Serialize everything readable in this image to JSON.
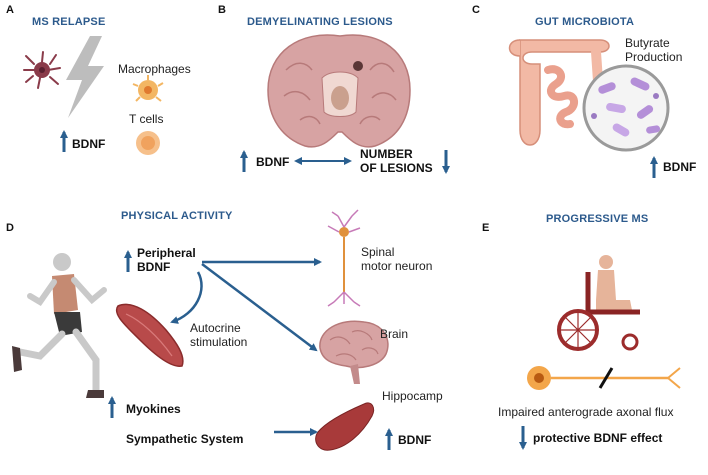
{
  "panels": {
    "a": {
      "letter": "A",
      "title": "MS RELAPSE",
      "macrophages": "Macrophages",
      "tcells": "T cells",
      "bdnf": "BDNF"
    },
    "b": {
      "letter": "B",
      "title": "DEMYELINATING LESIONS",
      "bdnf": "BDNF",
      "lesions_line1": "NUMBER",
      "lesions_line2": "OF LESIONS"
    },
    "c": {
      "letter": "C",
      "title": "GUT MICROBIOTA",
      "butyrate_line1": "Butyrate",
      "butyrate_line2": "Production",
      "bdnf": "BDNF"
    },
    "d": {
      "letter": "D",
      "title": "PHYSICAL ACTIVITY",
      "peripheral_line1": "Peripheral",
      "peripheral_line2": "BDNF",
      "spinal_line1": "Spinal",
      "spinal_line2": "motor neuron",
      "autocrine_line1": "Autocrine",
      "autocrine_line2": "stimulation",
      "brain": "Brain",
      "hippocamp": "Hippocamp",
      "myokines": "Myokines",
      "sympathetic": "Sympathetic System",
      "bdnf": "BDNF"
    },
    "e": {
      "letter": "E",
      "title": "PROGRESSIVE MS",
      "impaired": "Impaired anterograde axonal flux",
      "protective": "protective BDNF effect"
    }
  },
  "colors": {
    "title_blue": "#2c5a8c",
    "arrow_blue": "#2a5f8f",
    "brain_pink": "#d7a3a3",
    "muscle_red": "#a83a3a",
    "neuron_orange": "#e0913c",
    "wheelchair_red": "#9c2c2c"
  }
}
